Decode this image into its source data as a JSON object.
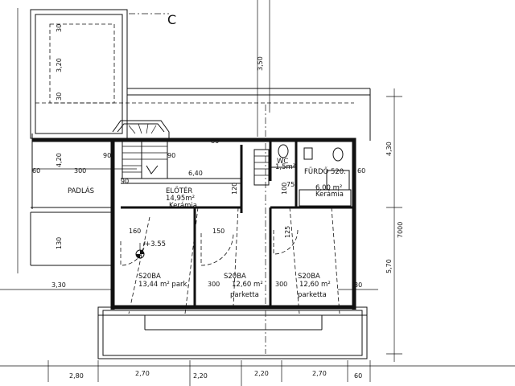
{
  "section_marker": "C",
  "rooms": {
    "eloter": {
      "name": "ELŐTÉR",
      "area": "14,95m²",
      "floor": "Kerámia"
    },
    "wc": {
      "name": "WC",
      "area": "1,5m²"
    },
    "furdo": {
      "name": "FÜRDŐ 520.",
      "area": "6,00 m²",
      "floor": "Kerámia"
    },
    "padlas": {
      "name": "PADLÁS"
    },
    "szoba1": {
      "name": "S20BA",
      "area": "13,44 m² park."
    },
    "szoba2": {
      "name": "S20BA",
      "area": "12,60 m²",
      "floor": "parketta"
    },
    "szoba3": {
      "name": "S20BA",
      "area": "12,60 m²",
      "floor": "parketta"
    }
  },
  "level_mark": "+3.55",
  "dims": {
    "d640": "6,40",
    "d300a": "300",
    "d300b": "300",
    "d300c": "300",
    "d330": "3,30",
    "d60a": "60",
    "d60b": "60",
    "d60c": "60",
    "d420": "4,20",
    "d320": "3,20",
    "d30a": "30",
    "d30b": "30",
    "d30c": "30",
    "d350": "3,50",
    "d430": "4,30",
    "d7000": "7000",
    "d570": "5,70",
    "d130": "130",
    "d80": "80",
    "d90a": "90",
    "d90b": "90",
    "d90c": "90",
    "d160": "160",
    "d150": "150",
    "d270a": "2,70",
    "d270b": "2,70",
    "d280": "2,80",
    "d220a": "2,20",
    "d220b": "2,20",
    "d120": "120",
    "d100": "100",
    "d75": "75",
    "d125": "125"
  }
}
